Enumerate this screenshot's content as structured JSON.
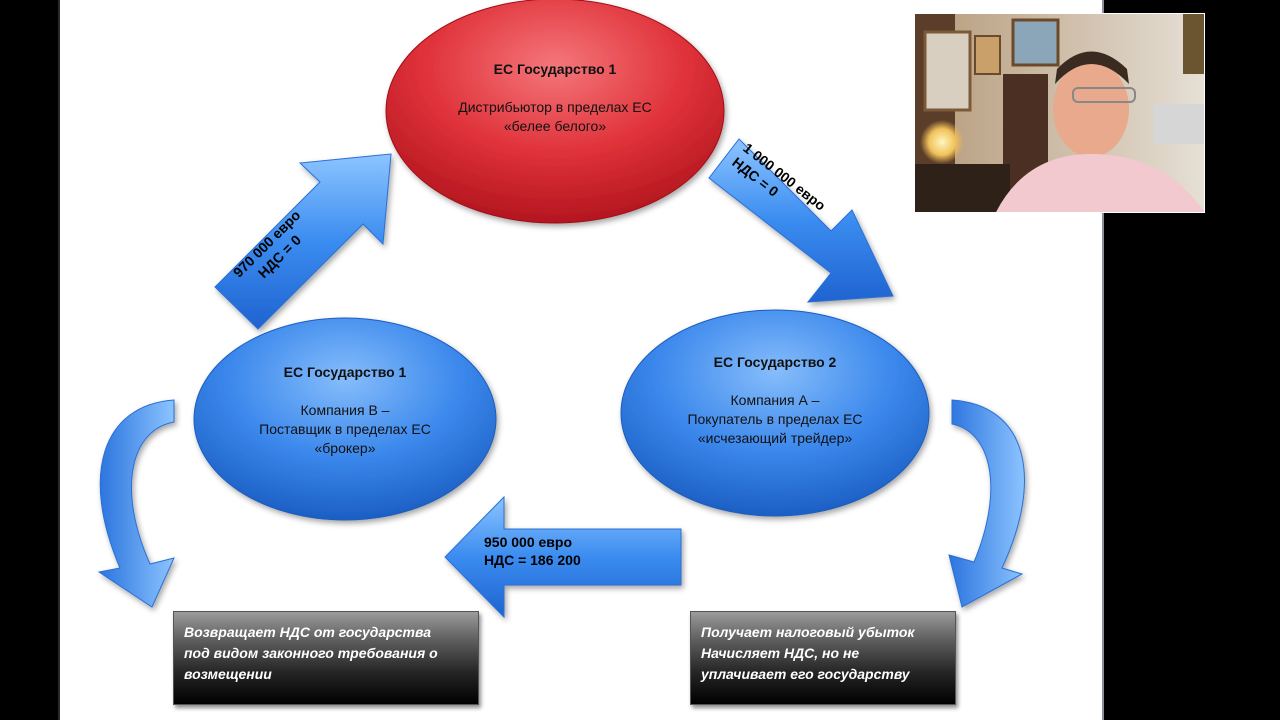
{
  "nodes": {
    "distributor": {
      "title": "ЕС Государство  1",
      "line1": "Дистрибьютор в пределах ЕС",
      "line2": "«белее белого»"
    },
    "company_b": {
      "title": "ЕС Государство  1",
      "line1": "Компания В –",
      "line2": "Поставщик в пределах ЕС",
      "line3": "«брокер»"
    },
    "company_a": {
      "title": "ЕС Государство  2",
      "line1": "Компания А –",
      "line2": "Покупатель в пределах ЕС",
      "line3": "«исчезающий трейдер»"
    }
  },
  "arrows": {
    "b_to_distributor": {
      "amount": "970 000 евро",
      "vat": "НДС = 0"
    },
    "distributor_to_a": {
      "amount": "1 000 000 евро",
      "vat": "НДС = 0"
    },
    "a_to_b": {
      "amount": "950 000 евро",
      "vat": "НДС = 186 200"
    }
  },
  "boxes": {
    "left": {
      "line1": "Возвращает НДС от государства",
      "line2": "под видом законного требования о",
      "line3": "возмещении"
    },
    "right": {
      "line1": "Получает налоговый убыток",
      "line2": "Начисляет НДС, но не",
      "line3": "уплачивает его государству"
    }
  },
  "colors": {
    "red_node": "#e0323a",
    "blue_node": "#2f7fe8",
    "arrow_blue": "#3a8cf0",
    "background_outer": "#000000",
    "slide": "#ffffff"
  }
}
